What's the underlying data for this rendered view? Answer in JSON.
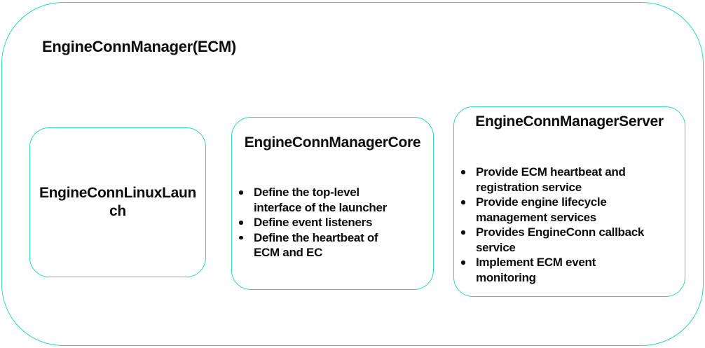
{
  "colors": {
    "accent_border": "#2fd5bb",
    "text": "#0d0d0d",
    "background": "#ffffff"
  },
  "diagram": {
    "title": "EngineConnManager(ECM)",
    "boxes": [
      {
        "title": "EngineConnLinuxLaun\nch",
        "bullets": []
      },
      {
        "title": "EngineConnManagerCore",
        "bullets": [
          "Define the top-level\ninterface of the launcher",
          "Define event listeners",
          "Define the heartbeat of\nECM and EC"
        ]
      },
      {
        "title": "EngineConnManagerServer",
        "bullets": [
          "Provide ECM heartbeat and\nregistration service",
          "Provide engine lifecycle\nmanagement services",
          "Provides EngineConn callback\nservice",
          "Implement ECM event\nmonitoring"
        ]
      }
    ]
  }
}
